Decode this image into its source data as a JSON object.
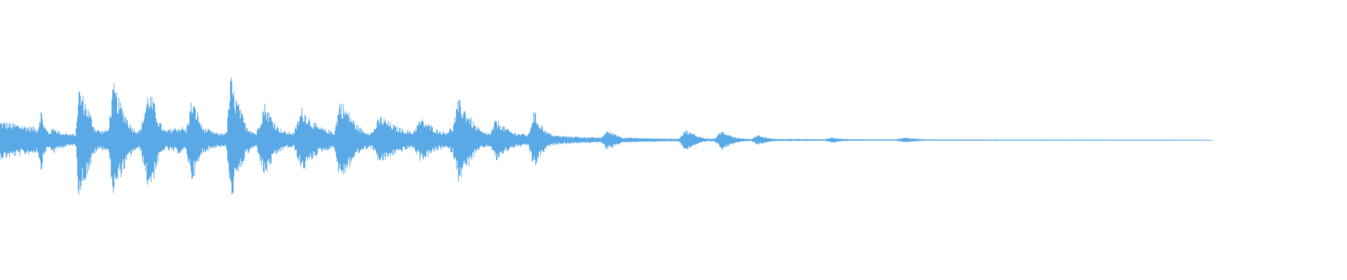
{
  "waveform": {
    "color": "#5aa9e6",
    "background": "#ffffff",
    "baseline_color": "#5aa9e6",
    "envelope": [
      [
        0.0,
        0.14
      ],
      [
        0.006,
        0.13
      ],
      [
        0.012,
        0.12
      ],
      [
        0.018,
        0.11
      ],
      [
        0.024,
        0.1
      ],
      [
        0.028,
        0.09
      ],
      [
        0.03,
        0.24
      ],
      [
        0.033,
        0.1
      ],
      [
        0.036,
        0.06
      ],
      [
        0.04,
        0.1
      ],
      [
        0.044,
        0.06
      ],
      [
        0.05,
        0.05
      ],
      [
        0.056,
        0.04
      ],
      [
        0.058,
        0.4
      ],
      [
        0.062,
        0.32
      ],
      [
        0.066,
        0.22
      ],
      [
        0.07,
        0.1
      ],
      [
        0.074,
        0.07
      ],
      [
        0.08,
        0.08
      ],
      [
        0.084,
        0.42
      ],
      [
        0.088,
        0.3
      ],
      [
        0.092,
        0.22
      ],
      [
        0.096,
        0.13
      ],
      [
        0.1,
        0.08
      ],
      [
        0.104,
        0.08
      ],
      [
        0.11,
        0.37
      ],
      [
        0.114,
        0.28
      ],
      [
        0.118,
        0.14
      ],
      [
        0.122,
        0.07
      ],
      [
        0.128,
        0.09
      ],
      [
        0.134,
        0.1
      ],
      [
        0.138,
        0.08
      ],
      [
        0.142,
        0.3
      ],
      [
        0.146,
        0.22
      ],
      [
        0.15,
        0.1
      ],
      [
        0.156,
        0.07
      ],
      [
        0.162,
        0.05
      ],
      [
        0.168,
        0.06
      ],
      [
        0.171,
        0.48
      ],
      [
        0.174,
        0.34
      ],
      [
        0.178,
        0.24
      ],
      [
        0.182,
        0.12
      ],
      [
        0.186,
        0.08
      ],
      [
        0.19,
        0.05
      ],
      [
        0.196,
        0.28
      ],
      [
        0.2,
        0.2
      ],
      [
        0.206,
        0.1
      ],
      [
        0.212,
        0.06
      ],
      [
        0.218,
        0.06
      ],
      [
        0.224,
        0.24
      ],
      [
        0.23,
        0.16
      ],
      [
        0.236,
        0.1
      ],
      [
        0.242,
        0.08
      ],
      [
        0.248,
        0.06
      ],
      [
        0.252,
        0.3
      ],
      [
        0.258,
        0.22
      ],
      [
        0.264,
        0.12
      ],
      [
        0.27,
        0.07
      ],
      [
        0.276,
        0.06
      ],
      [
        0.282,
        0.18
      ],
      [
        0.288,
        0.14
      ],
      [
        0.294,
        0.1
      ],
      [
        0.3,
        0.08
      ],
      [
        0.306,
        0.06
      ],
      [
        0.312,
        0.16
      ],
      [
        0.318,
        0.12
      ],
      [
        0.324,
        0.08
      ],
      [
        0.33,
        0.06
      ],
      [
        0.336,
        0.1
      ],
      [
        0.34,
        0.3
      ],
      [
        0.346,
        0.22
      ],
      [
        0.352,
        0.12
      ],
      [
        0.358,
        0.06
      ],
      [
        0.364,
        0.05
      ],
      [
        0.368,
        0.16
      ],
      [
        0.374,
        0.1
      ],
      [
        0.38,
        0.06
      ],
      [
        0.386,
        0.05
      ],
      [
        0.392,
        0.04
      ],
      [
        0.396,
        0.22
      ],
      [
        0.4,
        0.14
      ],
      [
        0.406,
        0.06
      ],
      [
        0.412,
        0.035
      ],
      [
        0.418,
        0.03
      ],
      [
        0.424,
        0.028
      ],
      [
        0.43,
        0.025
      ],
      [
        0.436,
        0.022
      ],
      [
        0.44,
        0.02
      ],
      [
        0.446,
        0.018
      ],
      [
        0.45,
        0.07
      ],
      [
        0.456,
        0.05
      ],
      [
        0.462,
        0.02
      ],
      [
        0.468,
        0.018
      ],
      [
        0.474,
        0.015
      ],
      [
        0.48,
        0.014
      ],
      [
        0.486,
        0.013
      ],
      [
        0.492,
        0.012
      ],
      [
        0.498,
        0.01
      ],
      [
        0.504,
        0.011
      ],
      [
        0.508,
        0.08
      ],
      [
        0.512,
        0.06
      ],
      [
        0.518,
        0.03
      ],
      [
        0.524,
        0.012
      ],
      [
        0.53,
        0.01
      ],
      [
        0.536,
        0.07
      ],
      [
        0.54,
        0.05
      ],
      [
        0.546,
        0.02
      ],
      [
        0.552,
        0.01
      ],
      [
        0.558,
        0.009
      ],
      [
        0.562,
        0.04
      ],
      [
        0.568,
        0.02
      ],
      [
        0.574,
        0.009
      ],
      [
        0.58,
        0.008
      ],
      [
        0.59,
        0.008
      ],
      [
        0.6,
        0.007
      ],
      [
        0.612,
        0.006
      ],
      [
        0.618,
        0.02
      ],
      [
        0.624,
        0.01
      ],
      [
        0.632,
        0.006
      ],
      [
        0.642,
        0.005
      ],
      [
        0.654,
        0.005
      ],
      [
        0.664,
        0.005
      ],
      [
        0.672,
        0.018
      ],
      [
        0.678,
        0.012
      ],
      [
        0.686,
        0.005
      ],
      [
        0.698,
        0.004
      ],
      [
        0.71,
        0.004
      ],
      [
        0.724,
        0.004
      ],
      [
        0.738,
        0.003
      ],
      [
        0.752,
        0.003
      ],
      [
        0.766,
        0.003
      ],
      [
        0.78,
        0.003
      ],
      [
        0.794,
        0.003
      ],
      [
        0.808,
        0.0025
      ],
      [
        0.822,
        0.0025
      ],
      [
        0.836,
        0.002
      ],
      [
        0.85,
        0.002
      ],
      [
        0.864,
        0.002
      ],
      [
        0.878,
        0.0015
      ],
      [
        0.892,
        0.0015
      ],
      [
        0.9,
        0.0
      ]
    ]
  }
}
